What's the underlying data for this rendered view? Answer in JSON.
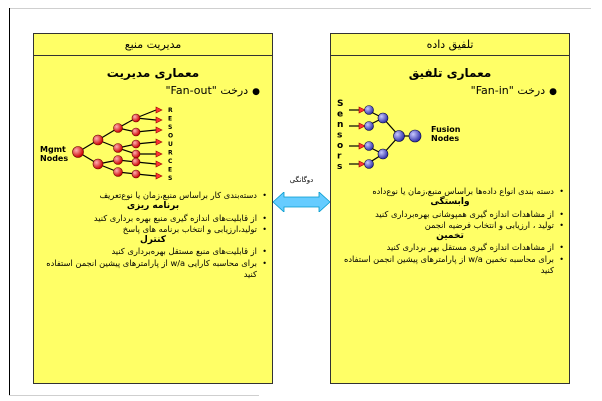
{
  "slide": {
    "arrow_label": "دوگانگی",
    "accent_color": "#ffff66",
    "arrow_color": "#66ccff"
  },
  "left_panel": {
    "header": "مدیریت منبع",
    "title": "معماری مدیریت",
    "tree_prefix": "درخت",
    "tree_name": "\"Fan-out\"",
    "diagram": {
      "mgmt_label_1": "Mgmt",
      "mgmt_label_2": "Nodes",
      "resources_letters": [
        "R",
        "E",
        "S",
        "O",
        "U",
        "R",
        "C",
        "E",
        "S"
      ]
    },
    "items": [
      {
        "type": "item",
        "text": "دسته‌بندی کار براساس منبع،زمان یا نوع‌تعریف"
      },
      {
        "type": "head",
        "text": "برنامه ریزی"
      },
      {
        "type": "item",
        "text": "از قابلیت‌های اندازه گیری منبع بهره برداری کنید"
      },
      {
        "type": "item",
        "text": "تولید،ارزیابی و انتخاب برنامه های پاسخ"
      },
      {
        "type": "head",
        "text": "کنترل"
      },
      {
        "type": "item",
        "text": "از قابلیت‌های منبع مستقل بهره‌برداری کنید"
      },
      {
        "type": "item",
        "text": "برای محاسبه کارایی w/a از پارامترهای پیشین انجمن استفاده کنید"
      }
    ]
  },
  "right_panel": {
    "header": "تلفیق داده",
    "title": "معماری تلفیق",
    "tree_prefix": "درخت",
    "tree_name": "\"Fan-in\"",
    "diagram": {
      "sensors_letters": [
        "S",
        "e",
        "n",
        "s",
        "o",
        "r",
        "s"
      ],
      "fusion_label_1": "Fusion",
      "fusion_label_2": "Nodes"
    },
    "items": [
      {
        "type": "item",
        "text": "دسته بندی انواع داده‌ها براساس منبع،زمان یا نوع‌داده"
      },
      {
        "type": "head",
        "text": "وابستگی"
      },
      {
        "type": "item",
        "text": "از مشاهدات اندازه گیری همپوشانی بهره‌برداری کنید"
      },
      {
        "type": "item",
        "text": "تولید ، ارزیابی و انتخاب فرضیه انجمن"
      },
      {
        "type": "head",
        "text": "تخمین"
      },
      {
        "type": "item",
        "text": "از مشاهدات اندازه گیری مستقل بهر برداری کنید"
      },
      {
        "type": "item",
        "text": "برای محاسبه تخمین w/a از پارامترهای پیشین انجمن استفاده کنید"
      }
    ]
  }
}
